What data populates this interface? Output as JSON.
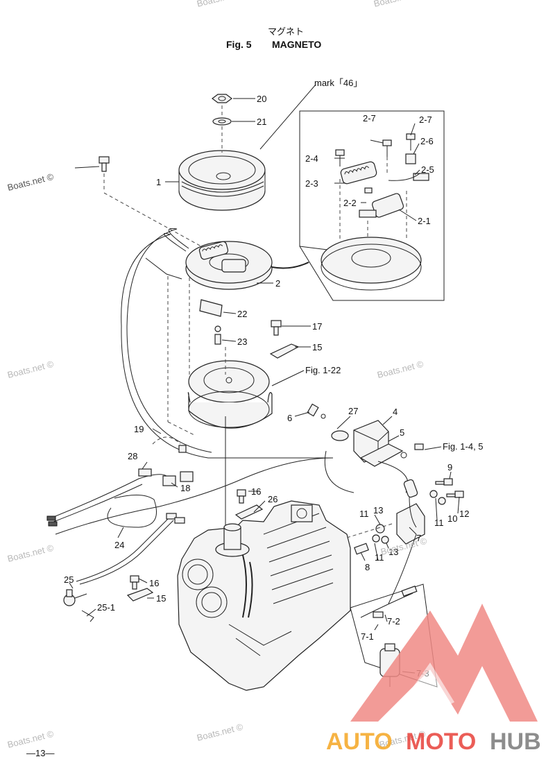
{
  "header": {
    "japanese_title": "マグネト",
    "fig_number": "Fig. 5",
    "title": "MAGNETO"
  },
  "references": {
    "mark": "mark「46」",
    "fig_1_22": "Fig. 1-22",
    "fig_1_4_5": "Fig. 1-4, 5"
  },
  "parts": {
    "p1": "1",
    "p2": "2",
    "p2_1": "2-1",
    "p2_2": "2-2",
    "p2_3": "2-3",
    "p2_4": "2-4",
    "p2_5": "2-5",
    "p2_6": "2-6",
    "p2_7a": "2-7",
    "p2_7b": "2-7",
    "p4": "4",
    "p5": "5",
    "p6": "6",
    "p7": "7",
    "p7_1": "7-1",
    "p7_2": "7-2",
    "p7_3": "7-3",
    "p8": "8",
    "p9": "9",
    "p10": "10",
    "p11a": "11",
    "p11b": "11",
    "p11c": "11",
    "p11d": "11",
    "p12": "12",
    "p13a": "13",
    "p13b": "13",
    "p15a": "15",
    "p15b": "15",
    "p16a": "16",
    "p16b": "16",
    "p17": "17",
    "p18": "18",
    "p19": "19",
    "p20": "20",
    "p21": "21",
    "p22": "22",
    "p23": "23",
    "p24": "24",
    "p25": "25",
    "p25_1": "25-1",
    "p26": "26",
    "p27": "27",
    "p28": "28"
  },
  "watermarks": {
    "boats_net": "Boats.net ©",
    "brand_auto": "AUTO",
    "brand_moto": "MOTO",
    "brand_hub": "HUB"
  },
  "colors": {
    "brand_red": "#e8413a",
    "brand_yellow": "#f5a623",
    "brand_grey": "#7a7a7a",
    "logo_triangle": "#f08a85"
  },
  "footer": {
    "page_number": "—13—"
  }
}
